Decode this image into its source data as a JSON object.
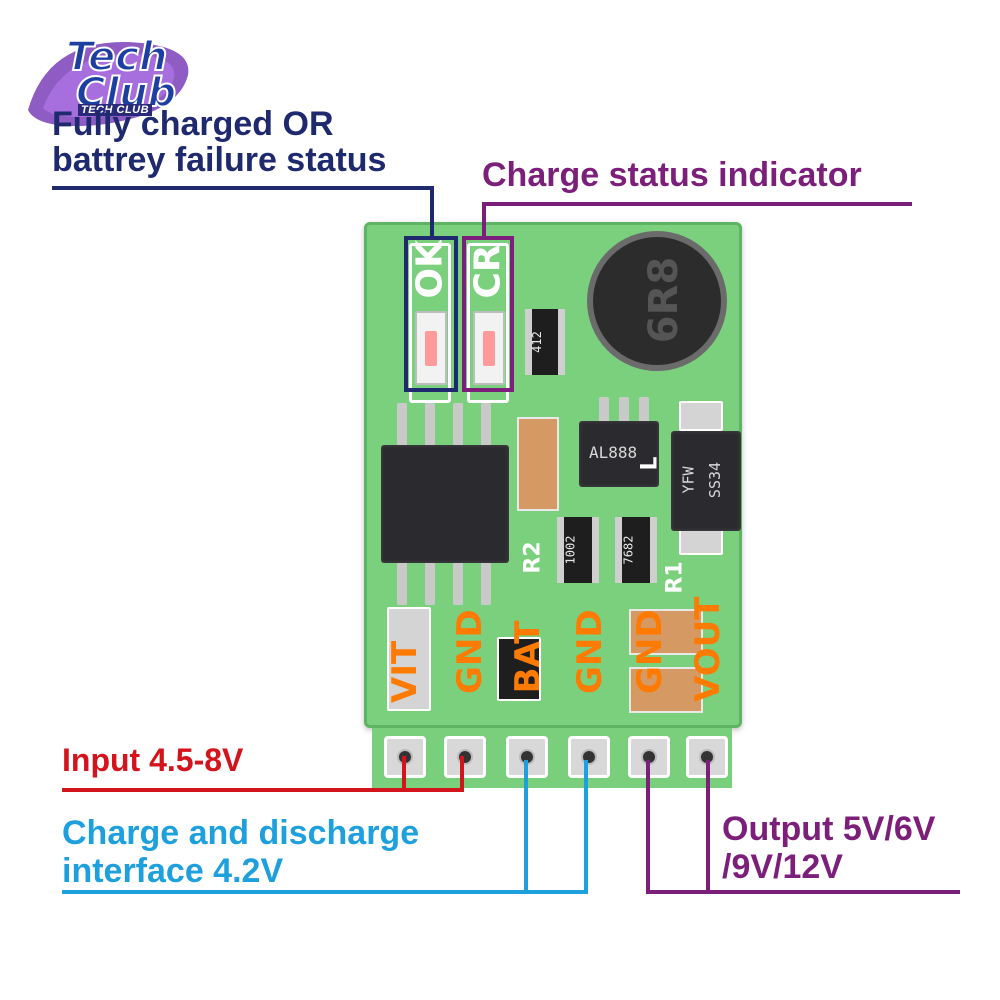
{
  "logo": {
    "line1": "Tech",
    "line2": "Club",
    "subtitle": "TECH CLUB"
  },
  "annotations": {
    "fully_charged_line1": "Fully charged OR",
    "fully_charged_line2": "battrey failure status",
    "charge_status": "Charge status indicator",
    "input": "Input 4.5-8V",
    "charge_interface_line1": "Charge and discharge",
    "charge_interface_line2": "interface 4.2V",
    "output_line1": "Output 5V/6V",
    "output_line2": "/9V/12V"
  },
  "board": {
    "led_ok_label": "OK",
    "led_cr_label": "CR",
    "chip_label": "AL888",
    "diode_label_1": "YFW",
    "diode_label_2": "SS34",
    "inductor_label": "6R8",
    "resistor_412": "412",
    "resistor_1002": "1002",
    "resistor_7682": "7682",
    "silk_r2": "R2",
    "silk_r1": "R1",
    "silk_l": "L",
    "pins": [
      "VIT",
      "GND",
      "BAT",
      "GND",
      "GND",
      "VOUT"
    ]
  },
  "colors": {
    "navy": "#1f2a6e",
    "purple": "#7b1f7a",
    "red": "#d3141c",
    "blue": "#1ea0dc",
    "pin_label_orange": "#ff7a00",
    "pcb_green": "#7bd07e"
  }
}
